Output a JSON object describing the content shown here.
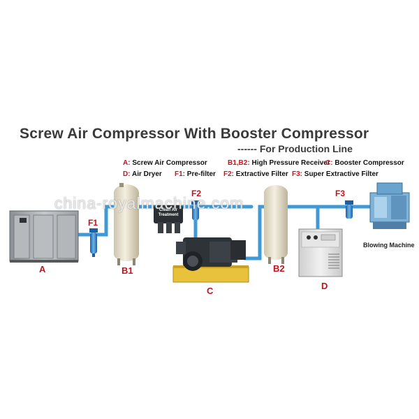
{
  "title": "Screw Air Compressor With Booster Compressor",
  "subtitle": "------ For Production Line",
  "legend": [
    {
      "key": "A:",
      "text": " Screw Air Compressor"
    },
    {
      "key": "B1,B2:",
      "text": " High Pressure Receiver"
    },
    {
      "key": "C:",
      "text": " Booster Compressor"
    },
    {
      "key": "D:",
      "text": " Air Dryer"
    },
    {
      "key": "F1:",
      "text": " Pre-filter"
    },
    {
      "key": "F2:",
      "text": " Extractive Filter"
    },
    {
      "key": "F3:",
      "text": " Super Extractive Filter"
    }
  ],
  "components": {
    "a": "A",
    "b1": "B1",
    "b2": "B2",
    "c": "C",
    "d": "D",
    "f1": "F1",
    "f2": "F2",
    "f3": "F3"
  },
  "blowing_machine": "Blowing Machine",
  "treatment_label": "Clean Air Treatment",
  "watermark": "china-royalmachine.com",
  "colors": {
    "label_red": "#c8101a",
    "pipe_blue": "#3f9ad6",
    "title_gray": "#3a3a3a"
  }
}
